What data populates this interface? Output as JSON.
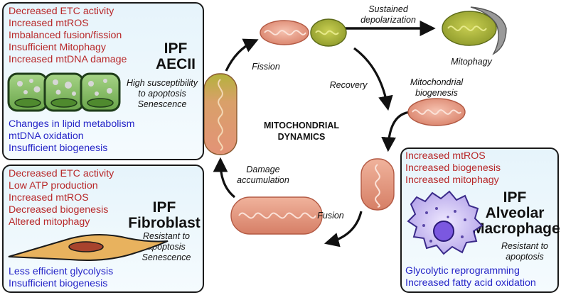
{
  "center_title": [
    "MITOCHONDRIAL",
    "DYNAMICS"
  ],
  "cycle_labels": {
    "fission": "Fission",
    "recovery": "Recovery",
    "fusion": "Fusion",
    "damage": [
      "Damage",
      "accumulation"
    ],
    "sustained": [
      "Sustained",
      "depolarization"
    ],
    "mitophagy": "Mitophagy",
    "biogenesis": [
      "Mitochondrial",
      "biogenesis"
    ]
  },
  "aecii": {
    "title": [
      "IPF",
      "AECII"
    ],
    "red_items": [
      "Decreased ETC activity",
      "Increased mtROS",
      "Imbalanced fusion/fission",
      "Insufficient Mitophagy",
      "Increased mtDNA damage"
    ],
    "note": [
      "High susceptibility",
      "to apoptosis",
      "Senescence"
    ],
    "blue_items": [
      "Changes in lipid metabolism",
      "mtDNA oxidation",
      "Insufficient biogenesis"
    ]
  },
  "fibroblast": {
    "title": [
      "IPF",
      "Fibroblast"
    ],
    "red_items": [
      "Decreased ETC activity",
      "Low ATP production",
      "Increased mtROS",
      "Decreased biogenesis",
      "Altered mitophagy"
    ],
    "note": [
      "Resistant to",
      "apoptosis",
      "Senescence"
    ],
    "blue_items": [
      "Less efficient glycolysis",
      "Insufficient biogenesis"
    ]
  },
  "macrophage": {
    "title": [
      "IPF",
      "Alveolar",
      "Macrophage"
    ],
    "red_items": [
      "Increased mtROS",
      "Increased biogenesis",
      "Increased mitophagy"
    ],
    "note": [
      "Resistant to",
      "apoptosis"
    ],
    "blue_items": [
      "Glycolytic reprogramming",
      "Increased fatty acid oxidation"
    ]
  },
  "colors": {
    "healthy_mito": "#e79b84",
    "damaged_mito": "#a3b23a",
    "red_text": "#b8282a",
    "blue_text": "#2626c8",
    "panel_bg": "#e6f4fb"
  }
}
